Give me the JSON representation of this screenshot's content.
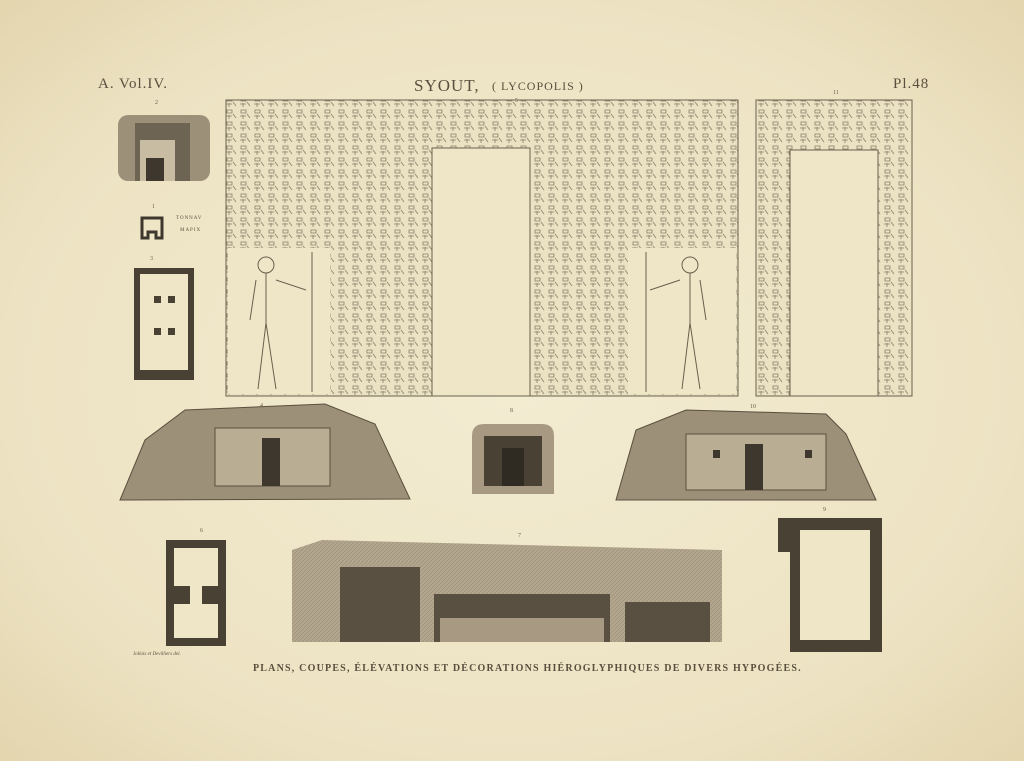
{
  "header": {
    "volume": "A. Vol.IV.",
    "title": "SYOUT,",
    "subtitle": "( LYCOPOLIS )",
    "plate": "Pl.48"
  },
  "figure_numbers": {
    "f1": "1",
    "f2": "2",
    "f3": "3",
    "f4": "4",
    "f5": "5",
    "f6": "6",
    "f7": "7",
    "f8": "8",
    "f9": "9",
    "f10": "10",
    "f11": "11"
  },
  "scale_labels": {
    "line1": "TONNAV",
    "line2": "MAPIX"
  },
  "signature": "Jollois et Devilliers del.",
  "caption": "PLANS, COUPES, ÉLÉVATIONS ET DÉCORATIONS HIÉROGLYPHIQUES DE DIVERS HYPOGÉES.",
  "colors": {
    "paper": "#efe6c8",
    "ink": "#5a4f3e",
    "dark": "#4a4135",
    "tone": "#a89a82"
  }
}
